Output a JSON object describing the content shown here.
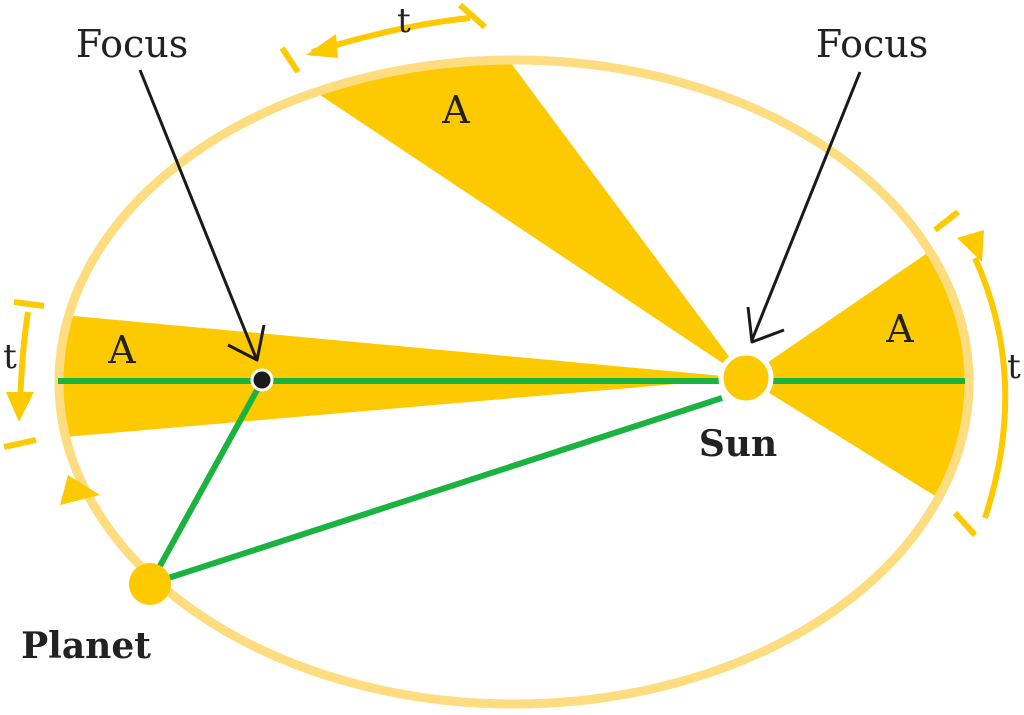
{
  "labels": {
    "focus_left": "Focus",
    "focus_right": "Focus",
    "sun": "Sun",
    "planet": "Planet",
    "area_top": "A",
    "area_left": "A",
    "area_right": "A",
    "time_top": "t",
    "time_left": "t",
    "time_right": "t"
  },
  "colors": {
    "orbit": "#fedd80",
    "sector": "#fdc900",
    "line": "#1bb33f",
    "arrow": "#fdc900",
    "pointer": "#1a1a1a",
    "text": "#222222",
    "sun": "#fdc900",
    "planet": "#fdc900"
  }
}
